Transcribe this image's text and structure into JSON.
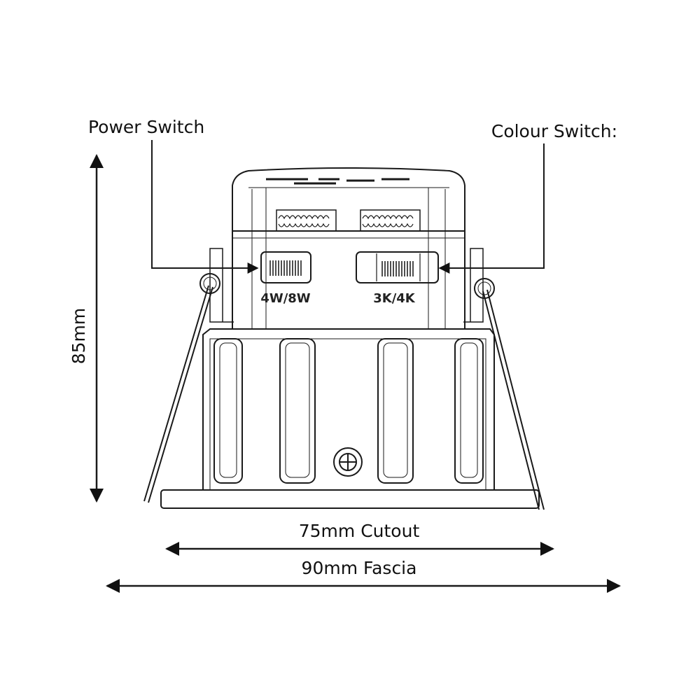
{
  "labels": {
    "power_switch": "Power Switch",
    "colour_switch": "Colour Switch:",
    "power_switch_setting": "4W/8W",
    "colour_switch_setting": "3K/4K",
    "height": "85mm",
    "cutout": "75mm Cutout",
    "fascia": "90mm Fascia"
  },
  "colors": {
    "line": "#1a1a1a",
    "background": "#ffffff"
  }
}
